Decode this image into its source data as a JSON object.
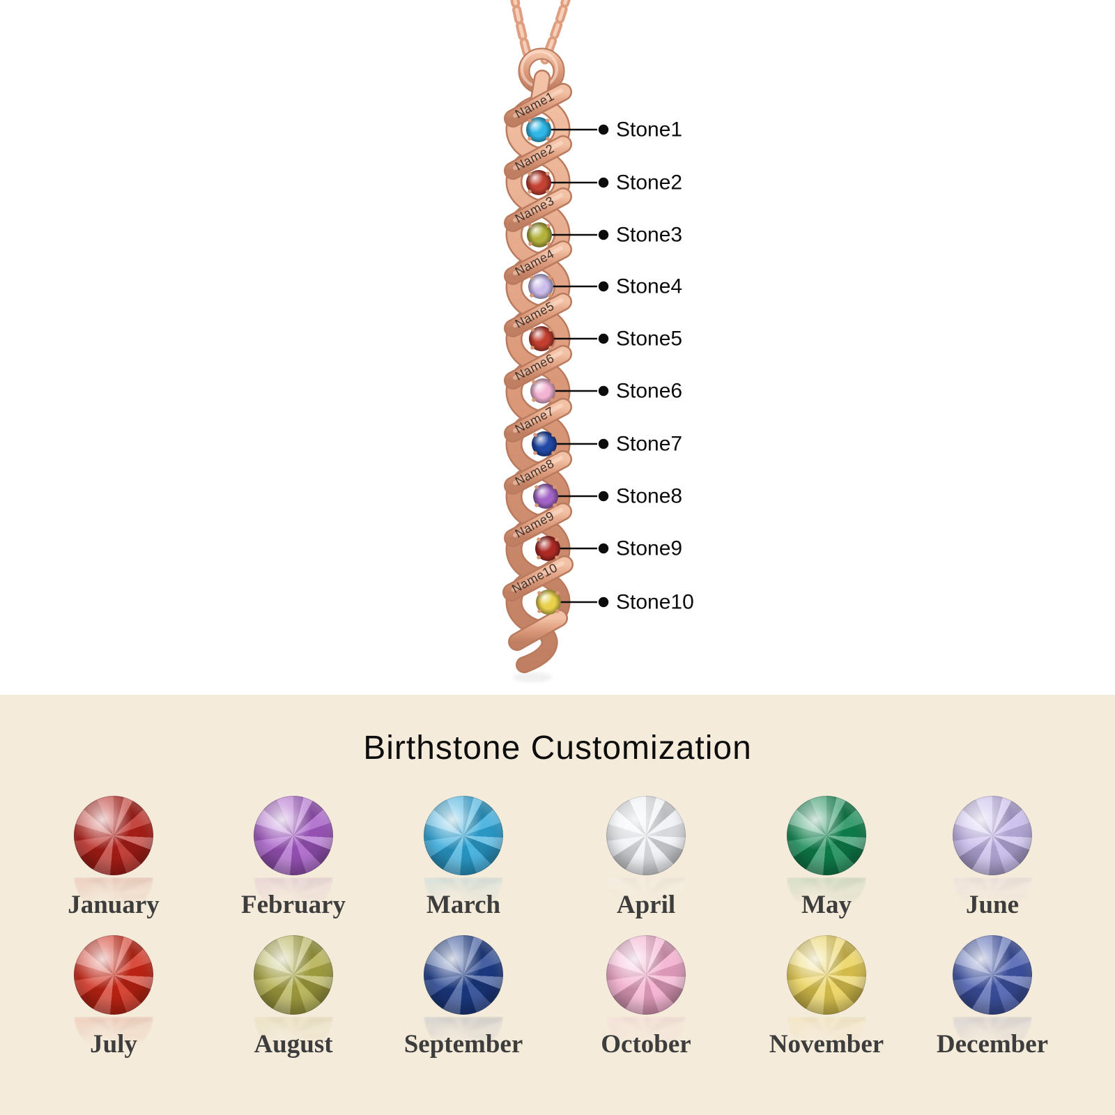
{
  "section_top": {
    "names": [
      "Name1",
      "Name2",
      "Name3",
      "Name4",
      "Name5",
      "Name6",
      "Name7",
      "Name8",
      "Name9",
      "Name10"
    ],
    "stones": [
      {
        "label": "Stone1",
        "color": "#2fb7e6"
      },
      {
        "label": "Stone2",
        "color": "#c44233"
      },
      {
        "label": "Stone3",
        "color": "#b3b13d"
      },
      {
        "label": "Stone4",
        "color": "#cbbcec"
      },
      {
        "label": "Stone5",
        "color": "#c23f30"
      },
      {
        "label": "Stone6",
        "color": "#f3b3d3"
      },
      {
        "label": "Stone7",
        "color": "#2148a5"
      },
      {
        "label": "Stone8",
        "color": "#a264c6"
      },
      {
        "label": "Stone9",
        "color": "#ad2a24"
      },
      {
        "label": "Stone10",
        "color": "#e8d04b"
      }
    ],
    "metal_color": "#dd9b7c",
    "callout_color": "#0c0c0c"
  },
  "section_bottom": {
    "title": "Birthstone Customization",
    "background_color": "#f5ebda",
    "label_color": "#3d3d3d",
    "months": [
      {
        "label": "January",
        "color": "#b62019"
      },
      {
        "label": "February",
        "color": "#a55ac6"
      },
      {
        "label": "March",
        "color": "#2ea7da"
      },
      {
        "label": "April",
        "color": "#eef0f4"
      },
      {
        "label": "May",
        "color": "#108851"
      },
      {
        "label": "June",
        "color": "#c3b5ea"
      },
      {
        "label": "July",
        "color": "#ce2715"
      },
      {
        "label": "August",
        "color": "#aeaa45"
      },
      {
        "label": "September",
        "color": "#1e3e8c"
      },
      {
        "label": "October",
        "color": "#f3a9cb"
      },
      {
        "label": "November",
        "color": "#ead054"
      },
      {
        "label": "December",
        "color": "#4156aa"
      }
    ]
  }
}
